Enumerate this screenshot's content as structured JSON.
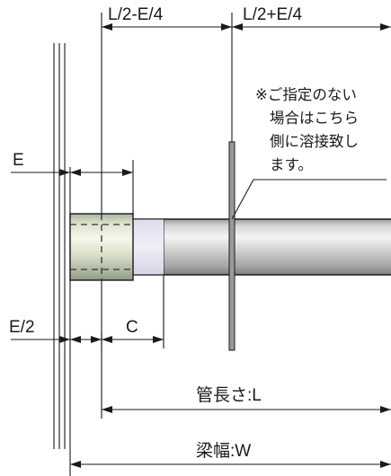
{
  "labels": {
    "top_left": "L/2-E/4",
    "top_right": "L/2+E/4",
    "e": "E",
    "e_half": "E/2",
    "c": "C",
    "pipe_length": "管長さ:L",
    "beam_width": "梁幅:W"
  },
  "note": {
    "line1": "※ご指定のない",
    "line2": "場合はこちら",
    "line3": "側に溶接致し",
    "line4": "ます。"
  },
  "colors": {
    "pipe_light": "#f2f2f2",
    "pipe_dark": "#8a8a8a",
    "sleeve_light": "#f4f5e6",
    "sleeve_dark": "#9aa593",
    "inner_tint": "#e8e6f2",
    "line": "#1a1a1a"
  }
}
